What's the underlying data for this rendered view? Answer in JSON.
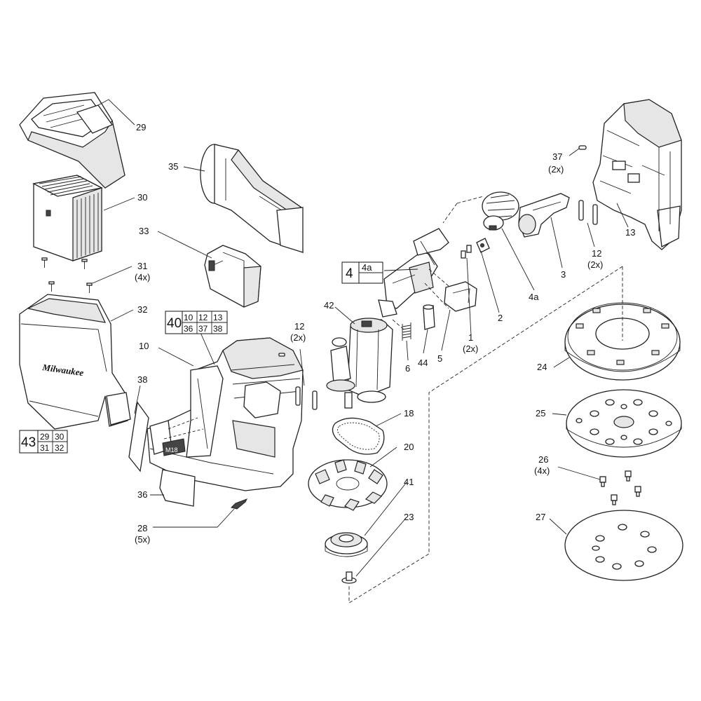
{
  "callouts": {
    "c29": "29",
    "c30": "30",
    "c31": "31",
    "c31q": "(4x)",
    "c32": "32",
    "c33": "33",
    "c35": "35",
    "c10": "10",
    "c38": "38",
    "c36": "36",
    "c28": "28",
    "c28q": "(5x)",
    "c12a": "12",
    "c12aq": "(2x)",
    "c42": "42",
    "c6": "6",
    "c44": "44",
    "c5": "5",
    "c1": "1",
    "c1q": "(2x)",
    "c2": "2",
    "c4a": "4a",
    "c3": "3",
    "c12b": "12",
    "c12bq": "(2x)",
    "c13": "13",
    "c37": "37",
    "c37q": "(2x)",
    "c18": "18",
    "c20": "20",
    "c41": "41",
    "c23": "23",
    "c24": "24",
    "c25": "25",
    "c26": "26",
    "c26q": "(4x)",
    "c27": "27"
  },
  "kit_boxes": {
    "kit40": {
      "main": "40",
      "cells": [
        "10",
        "12",
        "13",
        "36",
        "37",
        "38"
      ]
    },
    "kit43": {
      "main": "43",
      "cells": [
        "29",
        "30",
        "31",
        "32"
      ]
    },
    "kit4": {
      "main": "4",
      "cells": [
        "4a"
      ]
    }
  },
  "brand_marks": {
    "canister_logo": "Milwaukee",
    "housing_badge": "M18"
  }
}
